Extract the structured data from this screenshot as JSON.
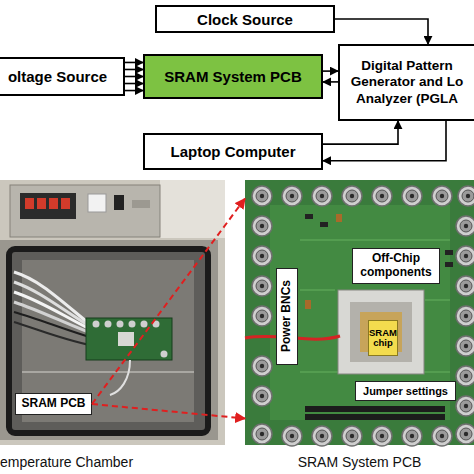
{
  "diagram": {
    "nodes": [
      {
        "text": [
          "Clock Source"
        ]
      },
      {
        "text": [
          "oltage Source"
        ]
      },
      {
        "text": [
          "SRAM System PCB"
        ]
      },
      {
        "text": [
          "Digital Pattern Generator and Lo Analyzer (PGLA"
        ]
      },
      {
        "text": [
          "Laptop Computer"
        ]
      },
      {
        "text": [
          "emperature Chamber"
        ]
      },
      {
        "text": [
          "SRAM PCB"
        ],
        "in": 5
      },
      {
        "text": [
          "SRAM System PCB"
        ]
      },
      {
        "text": [
          "Power BNCs"
        ],
        "in": 7
      },
      {
        "text": [
          "Off-Chip components"
        ],
        "in": 7
      },
      {
        "text": [
          "SRAM chip"
        ],
        "in": 7
      },
      {
        "text": [
          "Jumper settings"
        ],
        "in": 7
      }
    ],
    "edges": [
      {
        "from": 1,
        "to": 2,
        "arrow": "to"
      },
      {
        "from": 1,
        "to": 2,
        "arrow": "to"
      },
      {
        "from": 1,
        "to": 2,
        "arrow": "to"
      },
      {
        "from": 1,
        "to": 2,
        "arrow": "to"
      },
      {
        "from": 1,
        "to": 2,
        "arrow": "to"
      },
      {
        "from": 2,
        "to": 3,
        "arrow": "to"
      },
      {
        "from": 3,
        "to": 2,
        "arrow": "to"
      },
      {
        "from": 0,
        "to": 3,
        "arrow": "to"
      },
      {
        "from": 4,
        "to": 3,
        "arrow": "to"
      },
      {
        "from": 3,
        "to": 4,
        "arrow": "to"
      },
      {
        "from": 6,
        "to": 7,
        "arrow": "to"
      },
      {
        "from": 6,
        "to": 7,
        "arrow": "to"
      }
    ]
  }
}
